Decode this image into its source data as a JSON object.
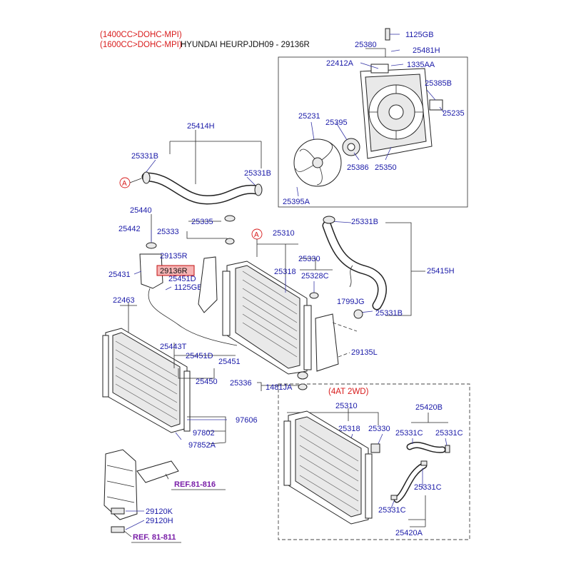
{
  "header": {
    "engine_1": "(1400CC>DOHC-MPI)",
    "engine_2": "(1600CC>DOHC-MPI)",
    "catalog": "HYUNDAI HEURPJDH09 - 29136R"
  },
  "callouts": {
    "a1": "A",
    "a2": "A"
  },
  "subassembly": {
    "label": "(4AT 2WD)"
  },
  "refs": {
    "ref1": "REF.81-816",
    "ref2": "REF. 81-811"
  },
  "parts": {
    "p1125GB_top": "1125GB",
    "p25380": "25380",
    "p25481H": "25481H",
    "p22412A": "22412A",
    "p1335AA": "1335AA",
    "p25385B": "25385B",
    "p25231": "25231",
    "p25235": "25235",
    "p25395": "25395",
    "p25386": "25386",
    "p25350": "25350",
    "p25395A": "25395A",
    "p25414H": "25414H",
    "p25331B_l": "25331B",
    "p25331B_r": "25331B",
    "p25440": "25440",
    "p25442": "25442",
    "p25335": "25335",
    "p25333": "25333",
    "p25310": "25310",
    "p25331B_up": "25331B",
    "p29135R": "29135R",
    "p29136R": "29136R",
    "p25330": "25330",
    "p25431": "25431",
    "p25451D_a": "25451D",
    "p1125GB_mid": "1125GB",
    "p25318": "25318",
    "p25328C": "25328C",
    "p25415H": "25415H",
    "p1799JG": "1799JG",
    "p25331B_low": "25331B",
    "p22463": "22463",
    "p25443T": "25443T",
    "p25451D_b": "25451D",
    "p25451": "25451",
    "p29135L": "29135L",
    "p25450": "25450",
    "p25336": "25336",
    "p1481JA": "1481JA",
    "p97606": "97606",
    "p97802": "97802",
    "p97852A": "97852A",
    "p29120K": "29120K",
    "p29120H": "29120H",
    "s25310": "25310",
    "s25420B": "25420B",
    "s25318": "25318",
    "s25330": "25330",
    "s25331C_a": "25331C",
    "s25331C_b": "25331C",
    "s25331C_c": "25331C",
    "s25331C_d": "25331C",
    "s25420A": "25420A"
  }
}
